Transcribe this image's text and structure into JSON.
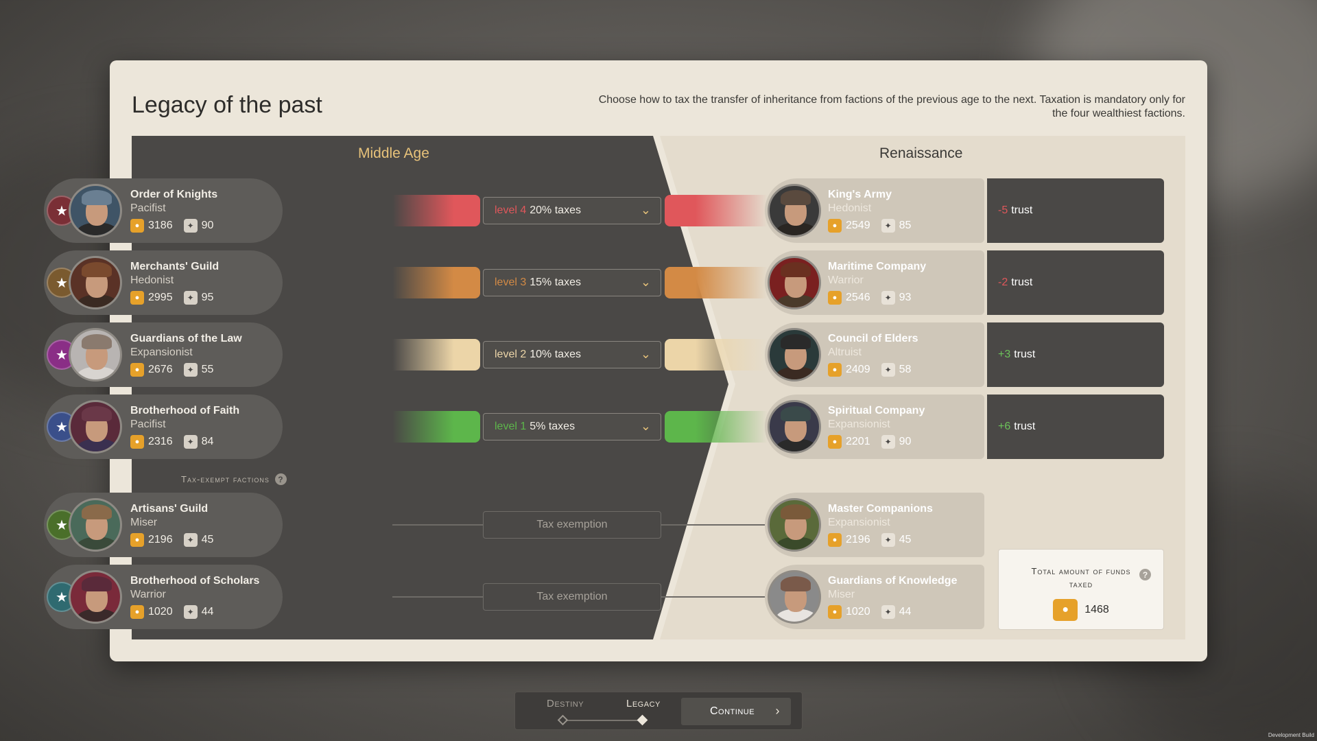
{
  "title": "Legacy of the past",
  "description": "Choose how to tax the transfer of inheritance from factions of the previous age to the next. Taxation is mandatory only for the four wealthiest factions.",
  "left_header": "Middle Age",
  "right_header": "Renaissance",
  "tax_exempt_label": "Tax-exempt factions",
  "taxed": [
    {
      "left": {
        "name": "Order of Knights",
        "type": "Pacifist",
        "gold": "3186",
        "influence": "90"
      },
      "tax": {
        "level": "level 4",
        "text": "20% taxes"
      },
      "right": {
        "name": "King's Army",
        "type": "Hedonist",
        "gold": "2549",
        "influence": "85"
      },
      "trust": {
        "value": "-5",
        "label": "trust"
      }
    },
    {
      "left": {
        "name": "Merchants' Guild",
        "type": "Hedonist",
        "gold": "2995",
        "influence": "95"
      },
      "tax": {
        "level": "level 3",
        "text": "15% taxes"
      },
      "right": {
        "name": "Maritime Company",
        "type": "Warrior",
        "gold": "2546",
        "influence": "93"
      },
      "trust": {
        "value": "-2",
        "label": "trust"
      }
    },
    {
      "left": {
        "name": "Guardians of the Law",
        "type": "Expansionist",
        "gold": "2676",
        "influence": "55"
      },
      "tax": {
        "level": "level 2",
        "text": "10% taxes"
      },
      "right": {
        "name": "Council of Elders",
        "type": "Altruist",
        "gold": "2409",
        "influence": "58"
      },
      "trust": {
        "value": "+3",
        "label": "trust"
      }
    },
    {
      "left": {
        "name": "Brotherhood of Faith",
        "type": "Pacifist",
        "gold": "2316",
        "influence": "84"
      },
      "tax": {
        "level": "level 1",
        "text": "5% taxes"
      },
      "right": {
        "name": "Spiritual Company",
        "type": "Expansionist",
        "gold": "2201",
        "influence": "90"
      },
      "trust": {
        "value": "+6",
        "label": "trust"
      }
    }
  ],
  "exempt": [
    {
      "left": {
        "name": "Artisans' Guild",
        "type": "Miser",
        "gold": "2196",
        "influence": "45"
      },
      "label": "Tax exemption",
      "right": {
        "name": "Master Companions",
        "type": "Expansionist",
        "gold": "2196",
        "influence": "45"
      }
    },
    {
      "left": {
        "name": "Brotherhood of Scholars",
        "type": "Warrior",
        "gold": "1020",
        "influence": "44"
      },
      "label": "Tax exemption",
      "right": {
        "name": "Guardians of Knowledge",
        "type": "Miser",
        "gold": "1020",
        "influence": "44"
      }
    }
  ],
  "total": {
    "label": "Total amount of funds taxed",
    "value": "1468"
  },
  "nav": {
    "step1": "Destiny",
    "step2": "Legacy",
    "continue": "Continue"
  },
  "dev_build": "Development Build",
  "colors": {
    "level4": "#e0575b",
    "level3": "#d38a45",
    "level2": "#ecd5a8",
    "level1": "#5db64b",
    "negative": "#e0575b",
    "positive": "#6cc25a",
    "accent": "#e7c27a"
  },
  "icons": {
    "gold": "coin-icon",
    "influence": "influence-icon",
    "help": "question-icon"
  }
}
